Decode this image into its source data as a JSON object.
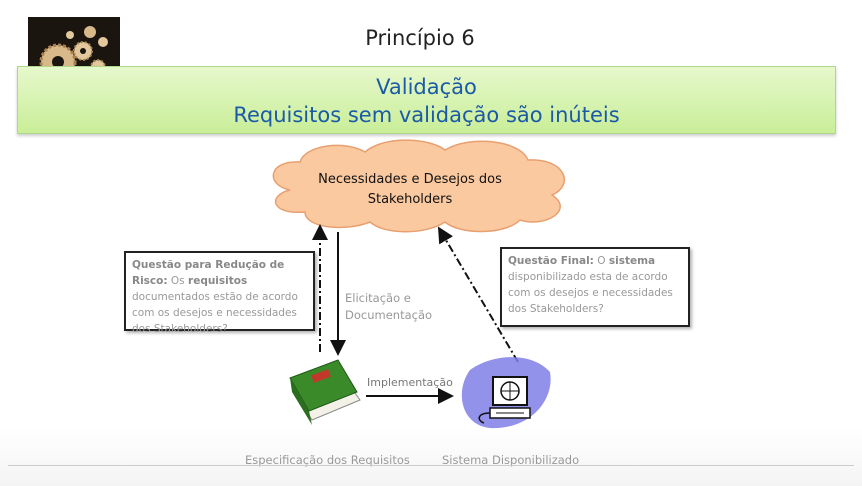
{
  "slide": {
    "title": "Princípio 6",
    "banner_line1": "Validação",
    "banner_line2": "Requisitos sem validação são inúteis"
  },
  "diagram": {
    "cloud_line1": "Necessidades e Desejos dos",
    "cloud_line2": "Stakeholders",
    "question_risk_label": "Questão para Redução de Risco:",
    "question_risk_text_a": "Os",
    "question_risk_bold": "requisitos",
    "question_risk_text_b": "documentados estão de acordo com os desejos e necessidades dos Stakeholders?",
    "question_final_label": "Questão Final:",
    "question_final_text_a": "O",
    "question_final_bold": "sistema",
    "question_final_text_b": "disponibilizado esta de acordo com os desejos e necessidades dos Stakeholders?",
    "elicitation_label": "Elicitação e Documentação",
    "implementation_label": "Implementação",
    "spec_label": "Especificação dos Requisitos",
    "system_label": "Sistema Disponibilizado"
  },
  "colors": {
    "banner_text": "#1b5aa6",
    "cloud_fill": "#fbc9a0",
    "book_green": "#3a8a2a"
  }
}
